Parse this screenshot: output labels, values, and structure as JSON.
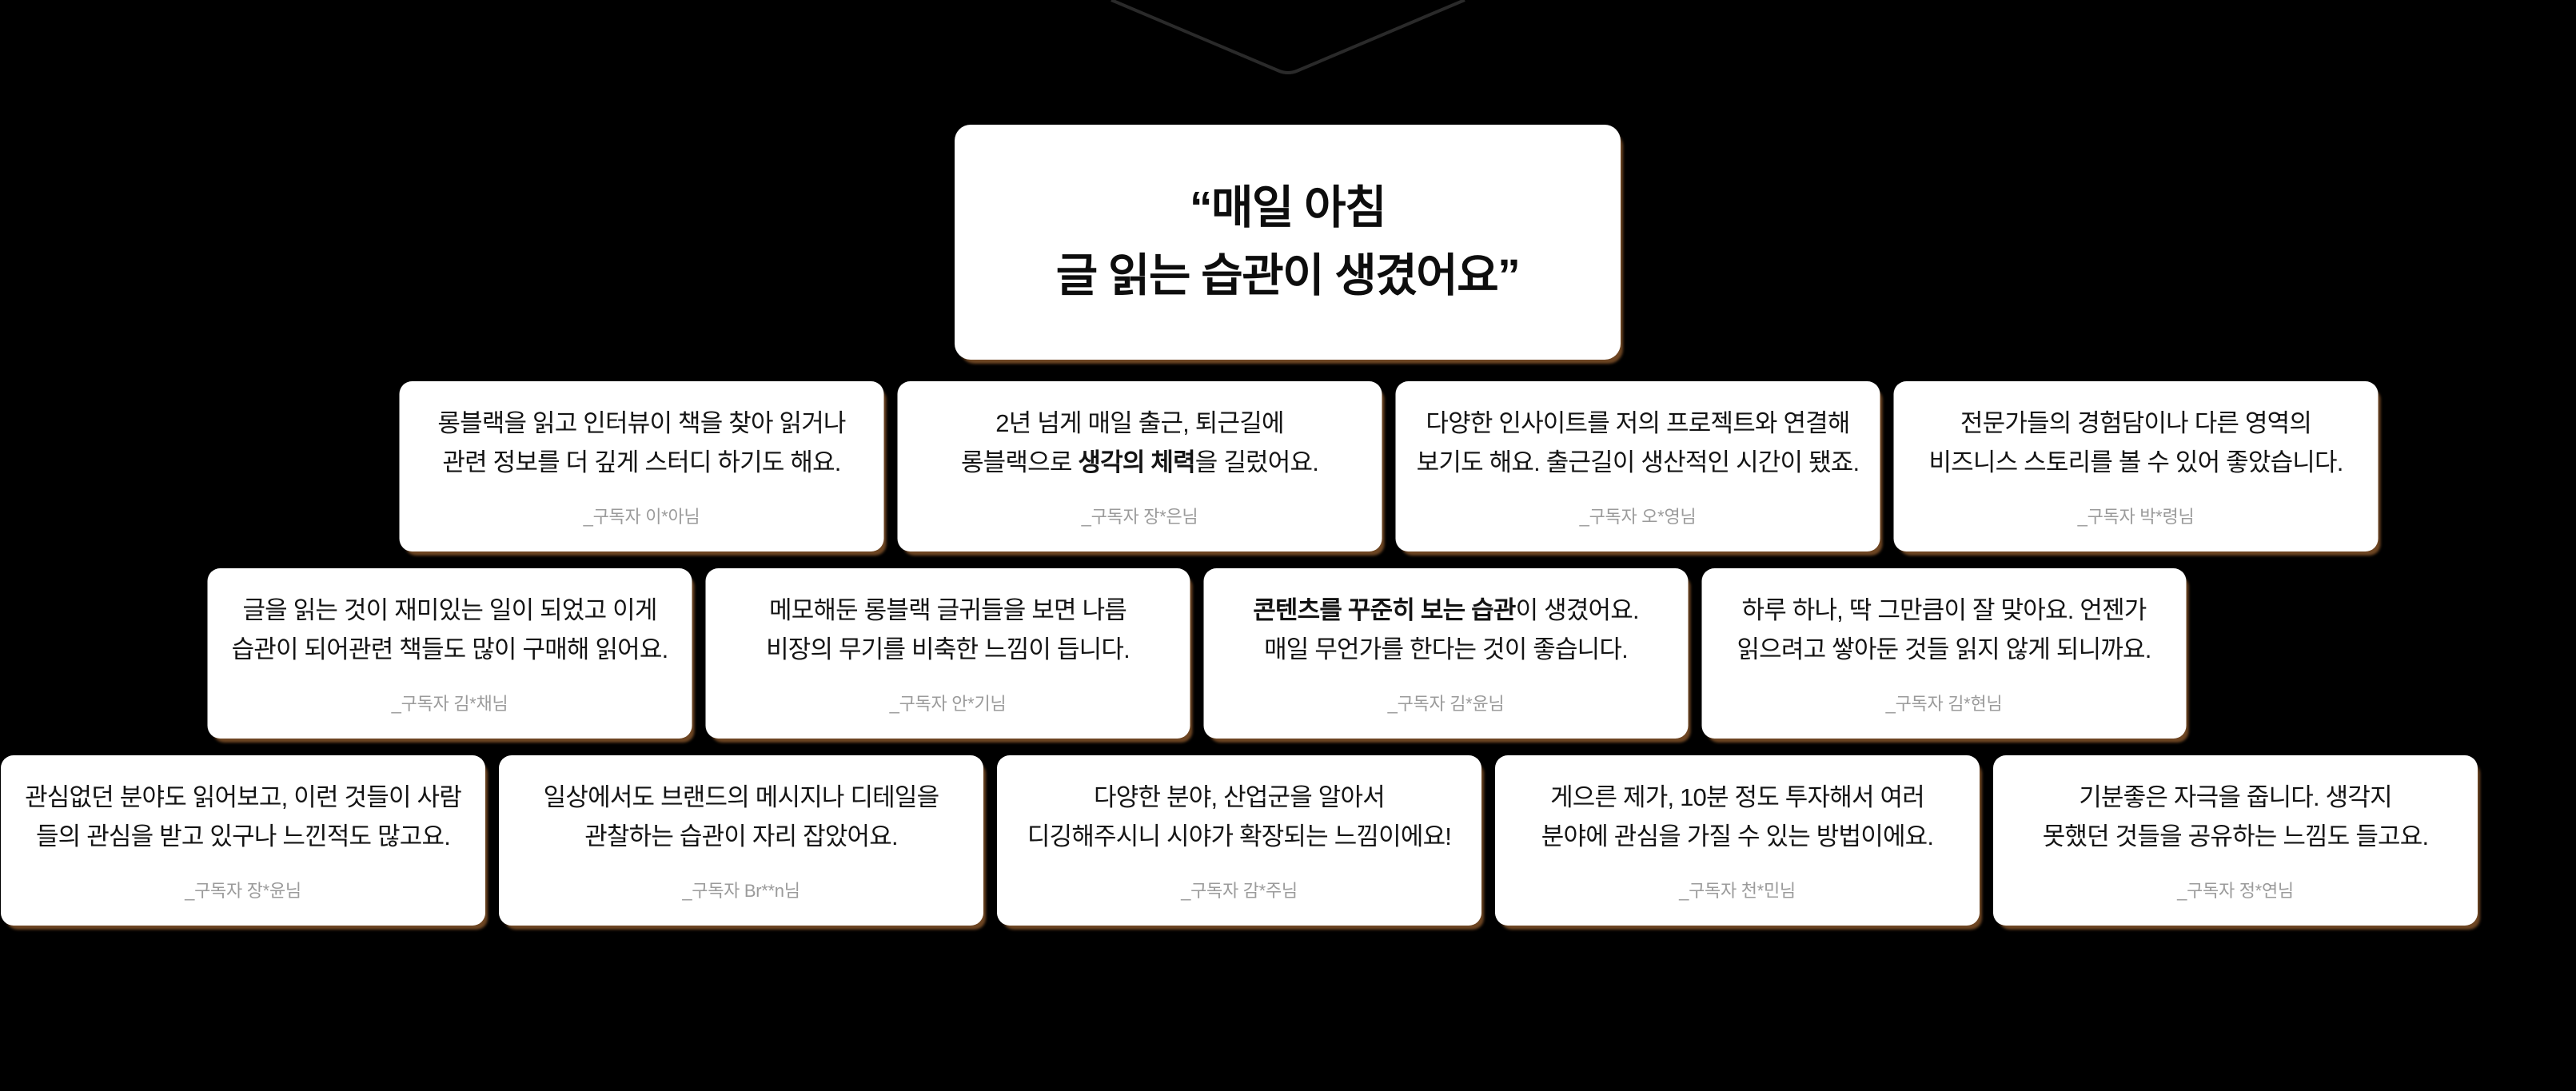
{
  "colors": {
    "background": "#000000",
    "card_background": "#ffffff",
    "card_text": "#141414",
    "author_text": "#9b9b9b",
    "card_glow": "#c97f3f"
  },
  "hero": {
    "line1": "“매일 아침",
    "line2": "글 읽는 습관이 생겼어요”"
  },
  "testimonials": {
    "rows": [
      {
        "cards": [
          {
            "lines": [
              [
                {
                  "t": "롱블랙을 읽고 인터뷰이 책을 찾아 읽거나"
                }
              ],
              [
                {
                  "t": "관련 정보를 더 깊게 스터디 하기도 해요."
                }
              ]
            ],
            "author": "_구독자 이*아님"
          },
          {
            "lines": [
              [
                {
                  "t": "2년 넘게 매일 출근, 퇴근길에"
                }
              ],
              [
                {
                  "t": "롱블랙으로 "
                },
                {
                  "t": "생각의 체력",
                  "b": true
                },
                {
                  "t": "을 길렀어요."
                }
              ]
            ],
            "author": "_구독자 장*은님"
          },
          {
            "lines": [
              [
                {
                  "t": "다양한 인사이트를 저의 프로젝트와 연결해"
                }
              ],
              [
                {
                  "t": "보기도 해요. 출근길이 생산적인 시간이 됐죠."
                }
              ]
            ],
            "author": "_구독자 오*영님"
          },
          {
            "lines": [
              [
                {
                  "t": "전문가들의 경험담이나 다른 영역의"
                }
              ],
              [
                {
                  "t": "비즈니스 스토리를 볼 수 있어 좋았습니다."
                }
              ]
            ],
            "author": "_구독자 박*령님"
          }
        ]
      },
      {
        "cards": [
          {
            "lines": [
              [
                {
                  "t": "글을 읽는 것이 재미있는 일이 되었고 이게"
                }
              ],
              [
                {
                  "t": "습관이 되어관련 책들도 많이 구매해 읽어요."
                }
              ]
            ],
            "author": "_구독자 김*채님"
          },
          {
            "lines": [
              [
                {
                  "t": "메모해둔 롱블랙 글귀들을 보면 나름"
                }
              ],
              [
                {
                  "t": "비장의 무기를 비축한 느낌이 듭니다."
                }
              ]
            ],
            "author": "_구독자 안*기님"
          },
          {
            "lines": [
              [
                {
                  "t": "콘텐츠를 꾸준히 보는 습관",
                  "b": true
                },
                {
                  "t": "이 생겼어요."
                }
              ],
              [
                {
                  "t": "매일 무언가를 한다는 것이 좋습니다."
                }
              ]
            ],
            "author": "_구독자 김*윤님"
          },
          {
            "lines": [
              [
                {
                  "t": "하루 하나, 딱 그만큼이 잘 맞아요. 언젠가"
                }
              ],
              [
                {
                  "t": "읽으려고 쌓아둔 것들 읽지 않게 되니까요."
                }
              ]
            ],
            "author": "_구독자 김*현님"
          }
        ]
      },
      {
        "cards": [
          {
            "lines": [
              [
                {
                  "t": "관심없던 분야도 읽어보고, 이런 것들이 사람"
                }
              ],
              [
                {
                  "t": "들의 관심을 받고 있구나 느낀적도 많고요."
                }
              ]
            ],
            "author": "_구독자 장*윤님"
          },
          {
            "lines": [
              [
                {
                  "t": "일상에서도 브랜드의 메시지나 디테일을"
                }
              ],
              [
                {
                  "t": "관찰하는 습관이 자리 잡았어요."
                }
              ]
            ],
            "author": "_구독자 Br**n님"
          },
          {
            "lines": [
              [
                {
                  "t": "다양한 분야, 산업군을 알아서"
                }
              ],
              [
                {
                  "t": "디깅해주시니 시야가 확장되는 느낌이에요!"
                }
              ]
            ],
            "author": "_구독자 감*주님"
          },
          {
            "lines": [
              [
                {
                  "t": "게으른 제가, 10분 정도 투자해서 여러"
                }
              ],
              [
                {
                  "t": "분야에 관심을 가질 수 있는 방법이에요."
                }
              ]
            ],
            "author": "_구독자 천*민님"
          },
          {
            "lines": [
              [
                {
                  "t": "기분좋은 자극을 줍니다. 생각지"
                }
              ],
              [
                {
                  "t": "못했던 것들을 공유하는 느낌도 들고요."
                }
              ]
            ],
            "author": "_구독자 정*연님"
          }
        ]
      }
    ]
  }
}
